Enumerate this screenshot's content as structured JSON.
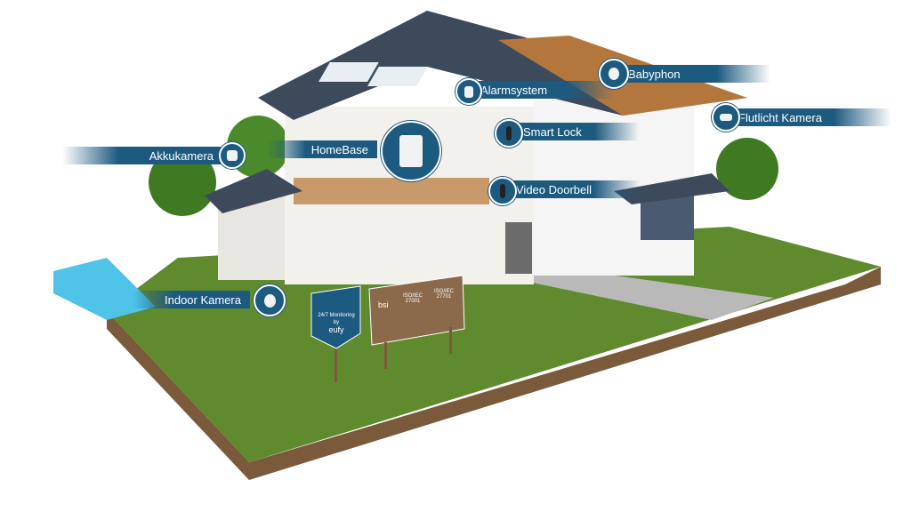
{
  "labels": {
    "akkukamera": "Akkukamera",
    "homebase": "HomeBase",
    "alarmsystem": "Alarmsystem",
    "babyphon": "Babyphon",
    "flutlicht": "Flutlicht Kamera",
    "smart_lock": "Smart Lock",
    "video_doorbell": "Video Doorbell",
    "indoor_kamera": "Indoor Kamera"
  },
  "signs": {
    "monitoring": "24/7 Monitoring",
    "by": "by",
    "brand": "eufy",
    "bsi": "bsi",
    "iso1": "ISO/IEC 27001",
    "iso2": "ISO/IEC 27701"
  },
  "colors": {
    "accent": "#1d5a80",
    "grass": "#5f8a2e",
    "roof": "#3d4a5c"
  }
}
